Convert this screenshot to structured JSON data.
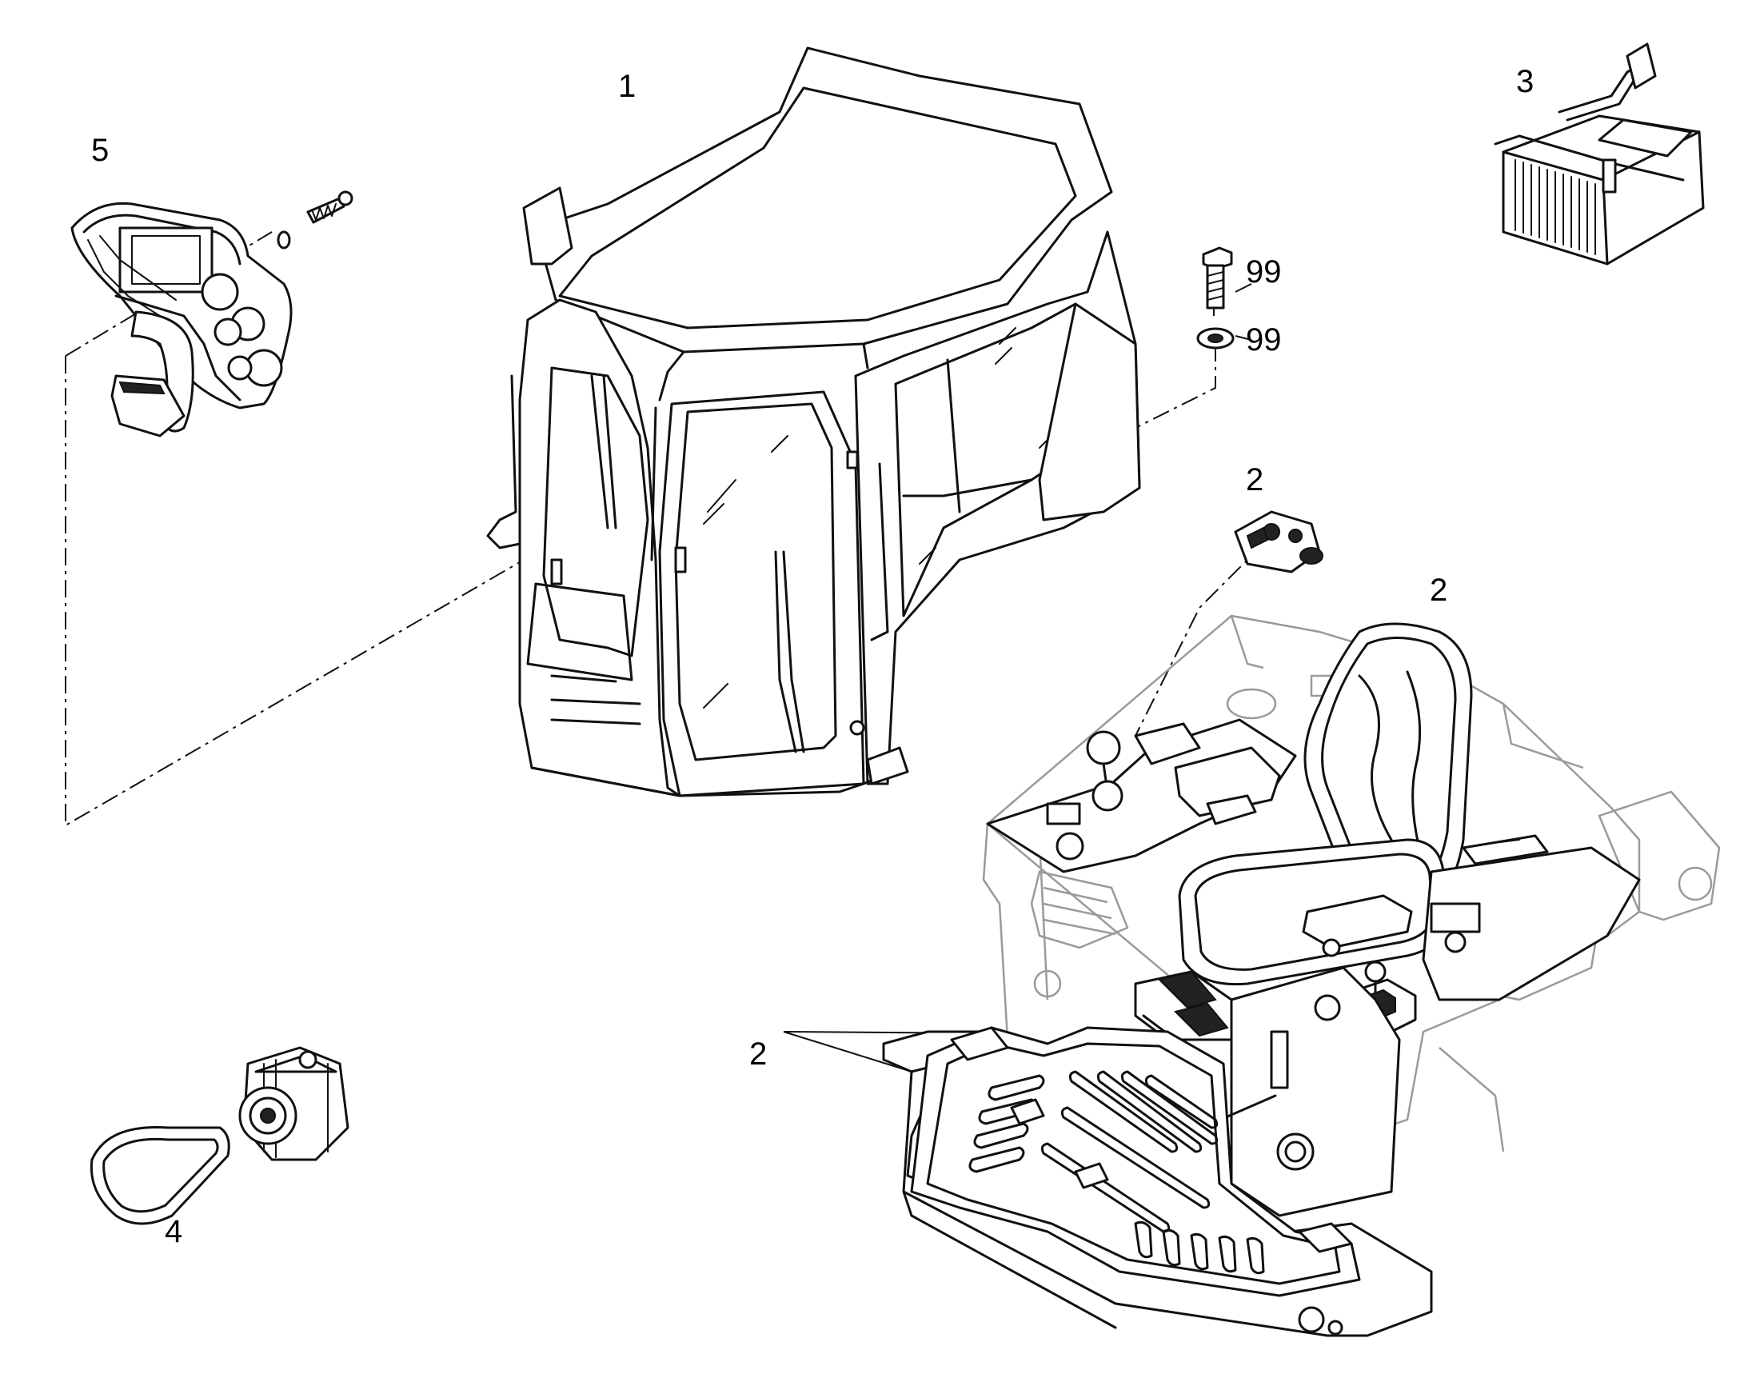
{
  "diagram": {
    "style": "exploded parts drawing, black line art on white",
    "callouts": {
      "cab": "1",
      "seat_console": "2",
      "seat_switch": "2",
      "floor_plate": "2",
      "filter_box": "3",
      "alternator_belt": "4",
      "dashboard": "5",
      "bolt": "99",
      "washer": "99"
    },
    "parts": [
      {
        "name": "cab",
        "icon": "cab-icon"
      },
      {
        "name": "seat-console",
        "icon": "seat-icon"
      },
      {
        "name": "seat-switch",
        "icon": "switch-icon"
      },
      {
        "name": "floor-plate",
        "icon": "floor-plate-icon"
      },
      {
        "name": "filter-box",
        "icon": "filter-box-icon"
      },
      {
        "name": "alternator-belt",
        "icon": "alternator-icon"
      },
      {
        "name": "dashboard",
        "icon": "dashboard-icon"
      },
      {
        "name": "bolt",
        "icon": "bolt-icon"
      },
      {
        "name": "washer",
        "icon": "washer-icon"
      }
    ]
  }
}
